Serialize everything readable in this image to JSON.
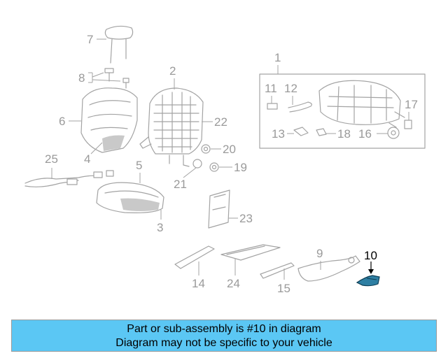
{
  "diagram": {
    "callouts": {
      "c1": "1",
      "c2": "2",
      "c3": "3",
      "c4": "4",
      "c5": "5",
      "c6": "6",
      "c7": "7",
      "c8": "8",
      "c9": "9",
      "c10": "10",
      "c11": "11",
      "c12": "12",
      "c13": "13",
      "c14": "14",
      "c15": "15",
      "c16": "16",
      "c17": "17",
      "c18": "18",
      "c19": "19",
      "c20": "20",
      "c21": "21",
      "c22": "22",
      "c23": "23",
      "c24": "24",
      "c25": "25"
    },
    "highlighted_part": "10",
    "highlight_color": "#2e7fa3",
    "line_color": "#a3a3a3"
  },
  "banner": {
    "line1": "Part or sub-assembly is #10 in diagram",
    "line2": "Diagram may not be specific to your vehicle",
    "background": "#5bc7f4"
  }
}
